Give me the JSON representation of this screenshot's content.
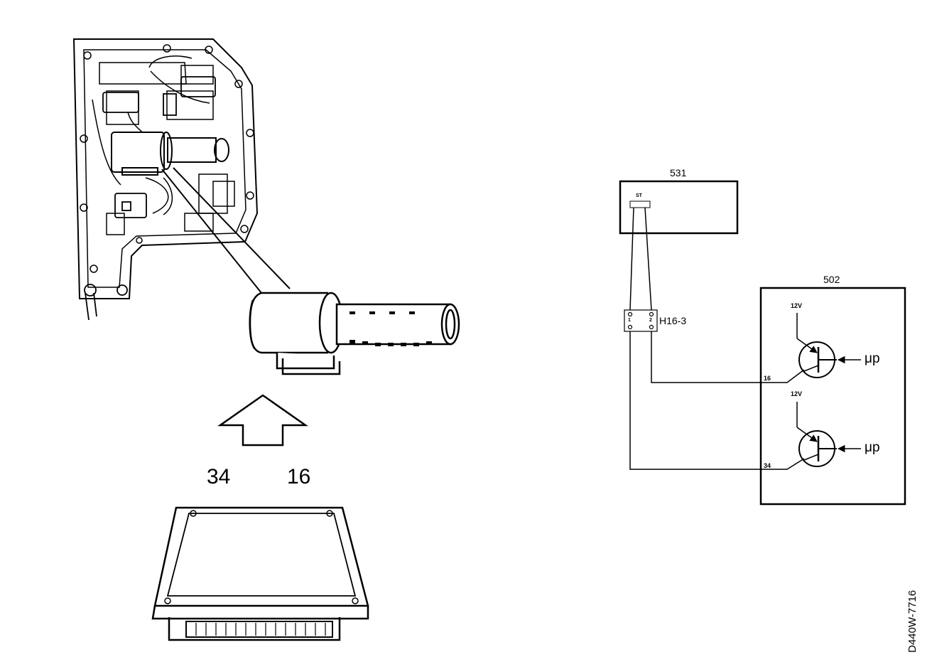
{
  "illustration": {
    "callout_left": "34",
    "callout_right": "16"
  },
  "schematic": {
    "module_531": {
      "label": "531",
      "pin_label": "ST"
    },
    "connector": {
      "label": "H16-3",
      "pin_1": "1",
      "pin_2": "2"
    },
    "module_502": {
      "label": "502",
      "supply_top": "12V",
      "supply_bottom": "12V",
      "pin_16": "16",
      "pin_34": "34",
      "input_top": "μp",
      "input_bottom": "μp"
    }
  },
  "figure_id": "D440W-7716"
}
